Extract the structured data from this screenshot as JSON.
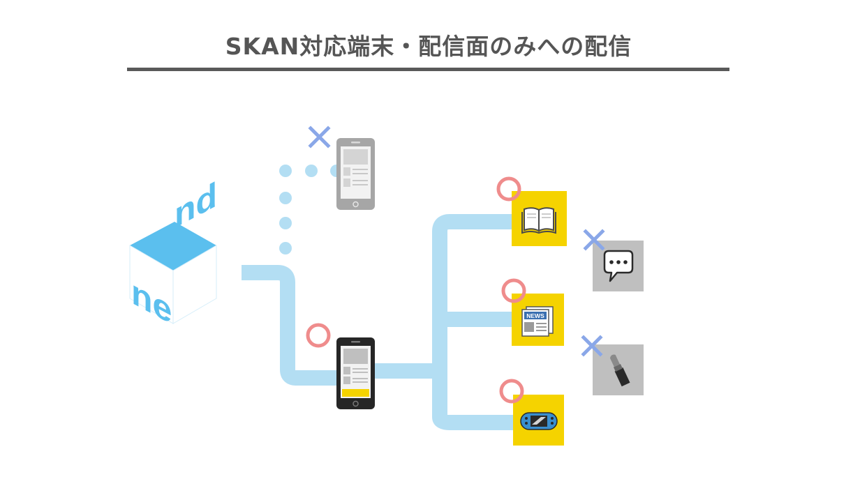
{
  "title": "SKAN対応端末・配信面のみへの配信",
  "logo": {
    "text": "nend"
  },
  "marks": {
    "ok": "○",
    "ng": "×"
  },
  "icons": {
    "book": "book-icon",
    "news": "newspaper-icon",
    "game": "handheld-game-icon",
    "chat": "speech-bubble-icon",
    "lipstick": "lipstick-icon"
  },
  "media": {
    "news_label": "NEWS"
  },
  "colors": {
    "line": "#b3def3",
    "logo_blue": "#5bbfee",
    "phone_gray": "#a6a6a6",
    "phone_black": "#262626",
    "ad_yellow": "#f5d300",
    "ok_red": "#ef8c8c",
    "ng_blue": "#8aa7e8",
    "excluded_gray": "#bfbfbf"
  }
}
